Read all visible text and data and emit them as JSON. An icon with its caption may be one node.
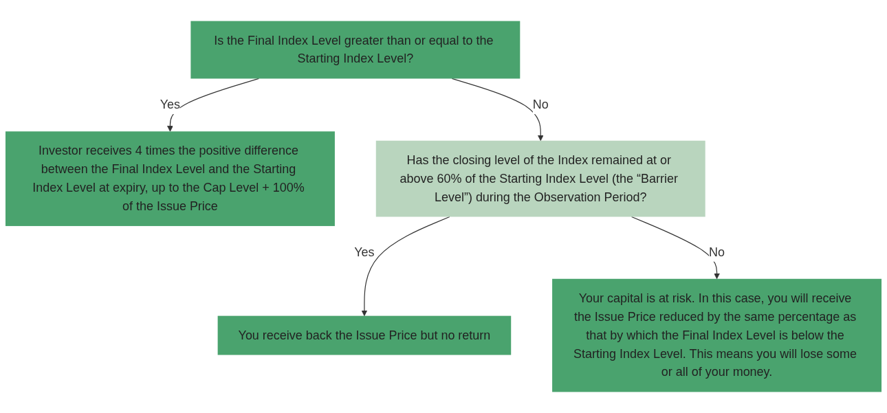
{
  "diagram": {
    "nodes": [
      {
        "text": [
          "Is the Final Index Level greater than or equal to the Starting Index Level?"
        ]
      },
      {
        "text": [
          "Investor receives 4 times the positive difference between the Final Index Level and the Starting Index Level at expiry, up to the Cap Level + 100% of the Issue Price"
        ]
      },
      {
        "text": [
          "Has the closing level of the Index remained at or above 60% of the Starting Index Level (the “Barrier Level”) during the Observation Period?"
        ]
      },
      {
        "text": [
          "You receive back the Issue Price but no return"
        ]
      },
      {
        "text": [
          "Your capital is at risk. In this case, you will receive the Issue Price reduced by the same percentage as that by which the Final Index Level is below the Starting Index Level. This means you will lose some or all of your money."
        ]
      }
    ],
    "edges": [
      {
        "from": 0,
        "to": 1,
        "arrow": "to",
        "label": "Yes"
      },
      {
        "from": 0,
        "to": 2,
        "arrow": "to",
        "label": "No"
      },
      {
        "from": 2,
        "to": 3,
        "arrow": "to",
        "label": "Yes"
      },
      {
        "from": 2,
        "to": 4,
        "arrow": "to",
        "label": "No"
      }
    ]
  }
}
